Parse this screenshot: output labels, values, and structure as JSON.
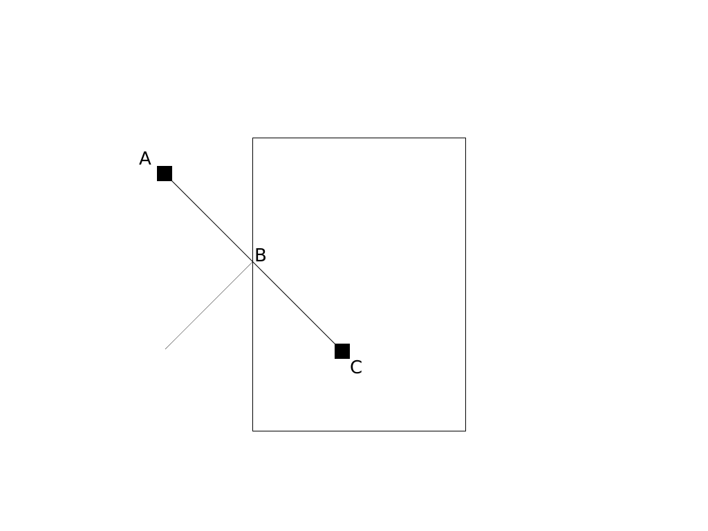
{
  "points": {
    "a": {
      "label": "A"
    },
    "b": {
      "label": "B"
    },
    "c": {
      "label": "C"
    }
  },
  "colors": {
    "stroke": "#000000",
    "marker": "#000000",
    "background": "#ffffff"
  }
}
